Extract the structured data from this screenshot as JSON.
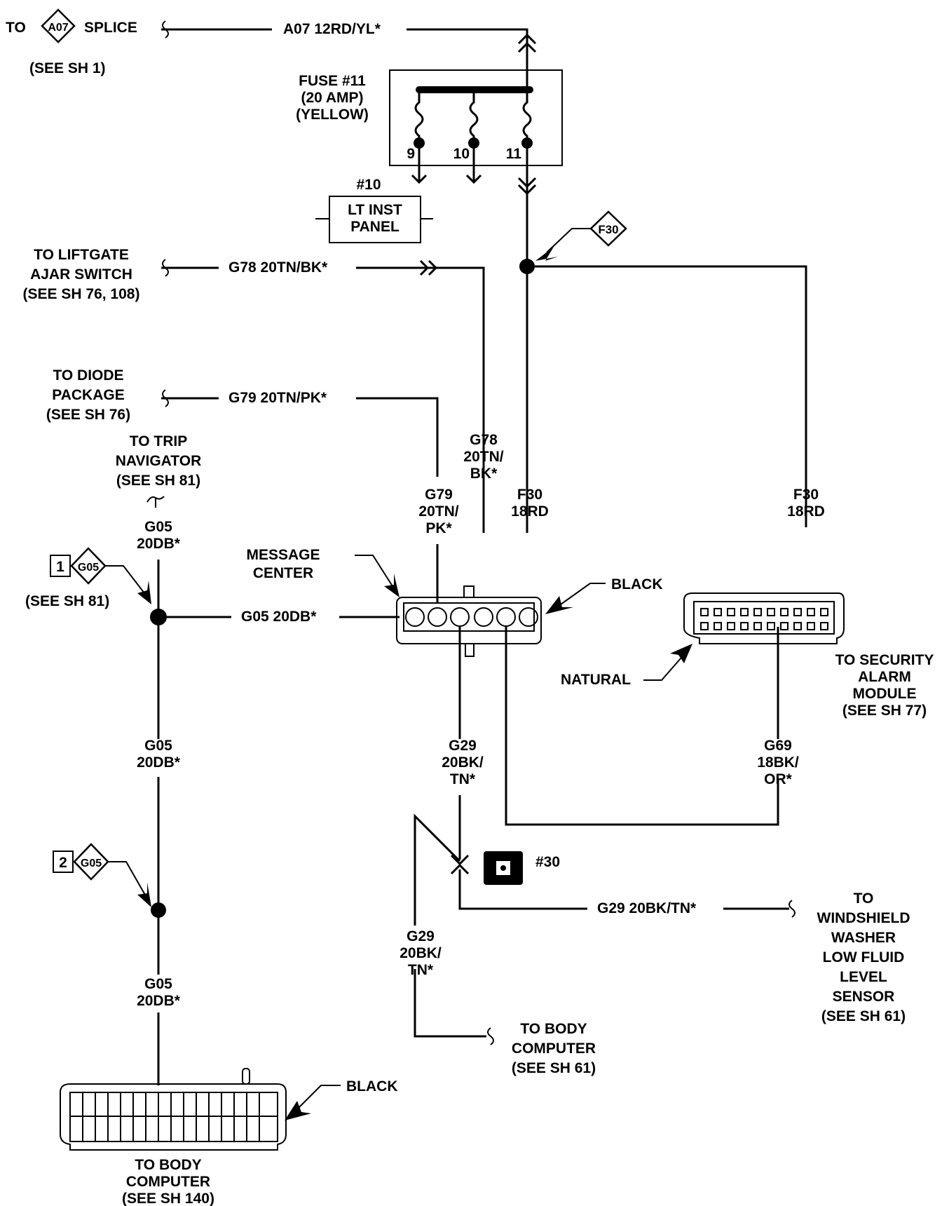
{
  "labels": {
    "to_a07_pre": "TO",
    "a07_tag": "A07",
    "to_a07_post": "SPLICE",
    "see_sh1": "(SEE SH 1)",
    "a07_wire": "A07 12RD/YL*",
    "fuse_1": "FUSE #11",
    "fuse_2": "(20 AMP)",
    "fuse_3": "(YELLOW)",
    "pin9": "9",
    "pin10": "10",
    "pin11": "11",
    "num10": "#10",
    "ltinst_1": "LT INST",
    "ltinst_2": "PANEL",
    "f30_tag": "F30",
    "lift_1": "TO LIFTGATE",
    "lift_2": "AJAR SWITCH",
    "lift_3": "(SEE SH 76, 108)",
    "g78_wire_top": "G78 20TN/BK*",
    "diode_1": "TO DIODE",
    "diode_2": "PACKAGE",
    "diode_3": "(SEE SH 76)",
    "g79_wire_top": "G79 20TN/PK*",
    "trip_1": "TO TRIP",
    "trip_2": "NAVIGATOR",
    "trip_3": "(SEE SH 81)",
    "g78_v1": "G78",
    "g78_v2": "20TN/",
    "g78_v3": "BK*",
    "g79_v1": "G79",
    "g79_v2": "20TN/",
    "g79_v3": "PK*",
    "f30_v1": "F30",
    "f30_v2": "18RD",
    "f30r_v1": "F30",
    "f30r_v2": "18RD",
    "g05_a1": "G05",
    "g05_a2": "20DB*",
    "splice1_num": "1",
    "splice1_tag": "G05",
    "see_sh81": "(SEE SH 81)",
    "msg_1": "MESSAGE",
    "msg_2": "CENTER",
    "black_msg": "BLACK",
    "g05_horiz": "G05 20DB*",
    "natural": "NATURAL",
    "alarm_1": "TO SECURITY",
    "alarm_2": "ALARM",
    "alarm_3": "MODULE",
    "alarm_4": "(SEE SH 77)",
    "g05_b1": "G05",
    "g05_b2": "20DB*",
    "g29_a1": "G29",
    "g29_a2": "20BK/",
    "g29_a3": "TN*",
    "g69_1": "G69",
    "g69_2": "18BK/",
    "g69_3": "OR*",
    "splice2_num": "2",
    "splice2_tag": "G05",
    "num30": "#30",
    "g29_horiz": "G29 20BK/TN*",
    "wash_1": "TO",
    "wash_2": "WINDSHIELD",
    "wash_3": "WASHER",
    "wash_4": "LOW FLUID",
    "wash_5": "LEVEL",
    "wash_6": "SENSOR",
    "wash_7": "(SEE SH 61)",
    "g29_b1": "G29",
    "g29_b2": "20BK/",
    "g29_b3": "TN*",
    "g05_c1": "G05",
    "g05_c2": "20DB*",
    "bc1_1": "TO BODY",
    "bc1_2": "COMPUTER",
    "bc1_3": "(SEE SH 61)",
    "black_bc": "BLACK",
    "bc2_1": "TO BODY",
    "bc2_2": "COMPUTER",
    "bc2_3": "(SEE SH 140)"
  }
}
